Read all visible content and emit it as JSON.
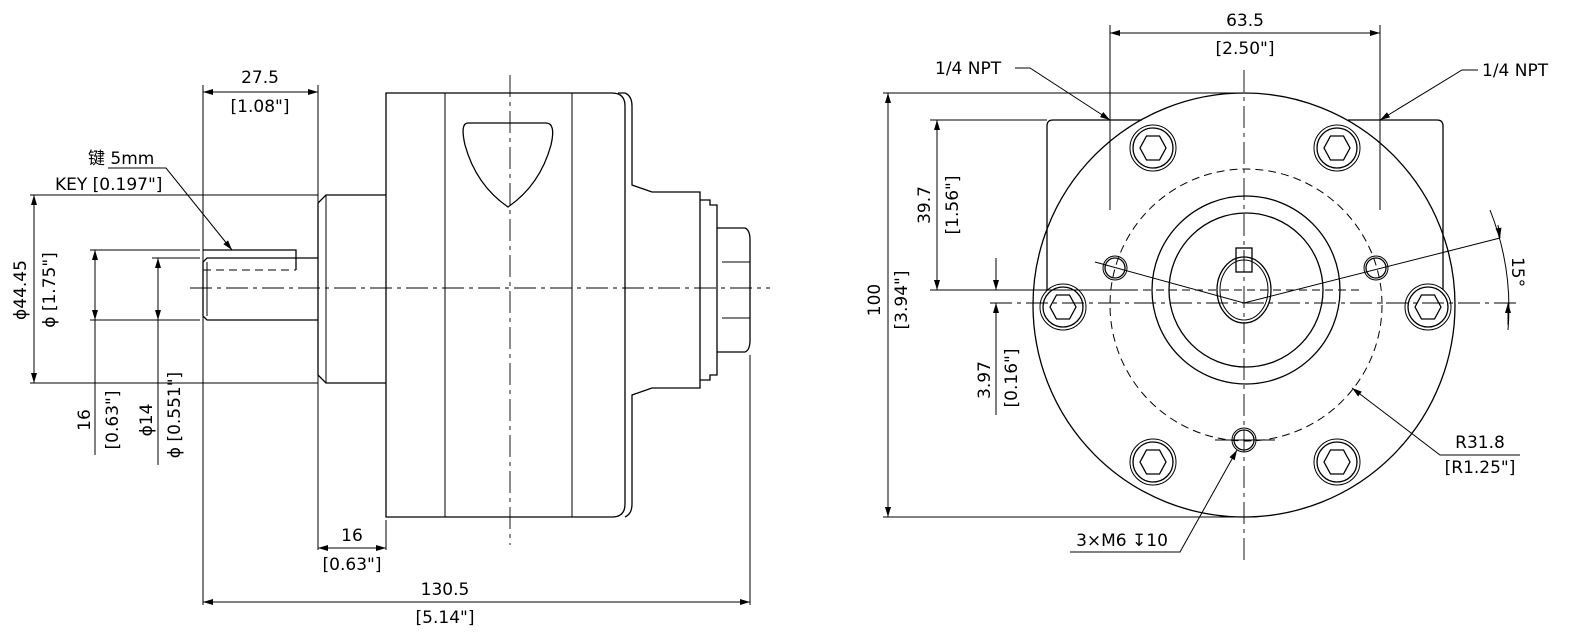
{
  "side_view": {
    "key_label_cn": "键 5mm",
    "key_label_en": "KEY [0.197\"]",
    "shaft_length": "27.5",
    "shaft_length_in": "[1.08\"]",
    "pilot_dia": "ϕ44.45",
    "pilot_dia_in": "ϕ [1.75\"]",
    "key_height": "16",
    "key_height_in": "[0.63\"]",
    "shaft_dia": "ϕ14",
    "shaft_dia_in": "ϕ [0.551\"]",
    "pilot_length": "16",
    "pilot_length_in": "[0.63\"]",
    "overall_length": "130.5",
    "overall_length_in": "[5.14\"]"
  },
  "front_view": {
    "bolt_circle_spacing": "63.5",
    "bolt_circle_spacing_in": "[2.50\"]",
    "port_left": "1/4 NPT",
    "port_right": "1/4 NPT",
    "height": "100",
    "height_in": "[3.94\"]",
    "port_height": "39.7",
    "port_height_in": "[1.56\"]",
    "offset": "3.97",
    "offset_in": "[0.16\"]",
    "angle": "15°",
    "radius": "R31.8",
    "radius_in": "[R1.25\"]",
    "thread": "3×M6 ↧10"
  }
}
